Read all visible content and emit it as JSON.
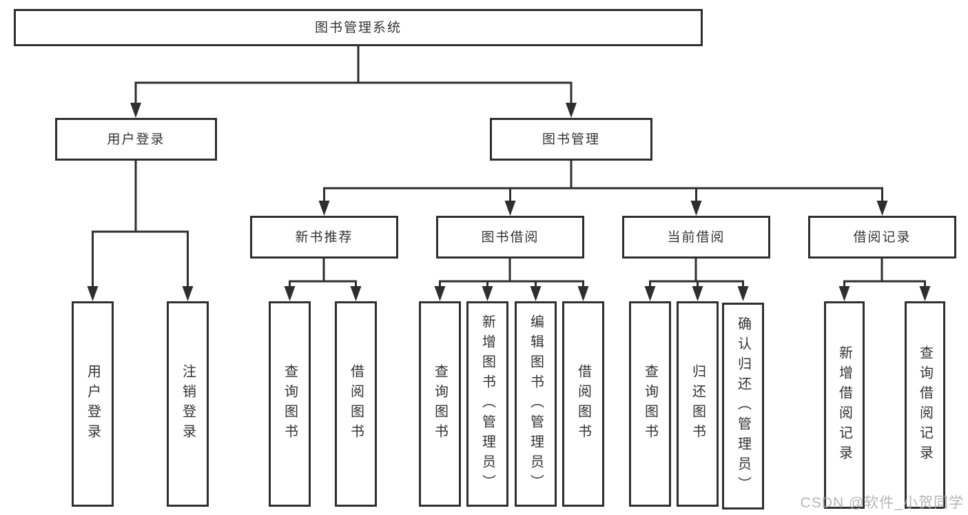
{
  "colors": {
    "line": "#2e2e2e",
    "text": "#333333",
    "box_background": "#ffffff",
    "watermark": "#a9a9a9"
  },
  "tree": {
    "root": {
      "label": "图书管理系统"
    },
    "level2": [
      {
        "label": "用户登录"
      },
      {
        "label": "图书管理"
      }
    ],
    "level3": [
      {
        "label": "新书推荐"
      },
      {
        "label": "图书借阅"
      },
      {
        "label": "当前借阅"
      },
      {
        "label": "借阅记录"
      }
    ],
    "leaves": [
      {
        "label": "用户登录"
      },
      {
        "label": "注销登录"
      },
      {
        "label": "查询图书"
      },
      {
        "label": "借阅图书"
      },
      {
        "label": "查询图书"
      },
      {
        "label": "新增图书（管理员）"
      },
      {
        "label": "编辑图书（管理员）"
      },
      {
        "label": "借阅图书"
      },
      {
        "label": "查询图书"
      },
      {
        "label": "归还图书"
      },
      {
        "label": "确认归还（管理员）"
      },
      {
        "label": "新增借阅记录"
      },
      {
        "label": "查询借阅记录"
      }
    ]
  },
  "watermark": {
    "label": "CSDN @软件_小贺同学"
  }
}
